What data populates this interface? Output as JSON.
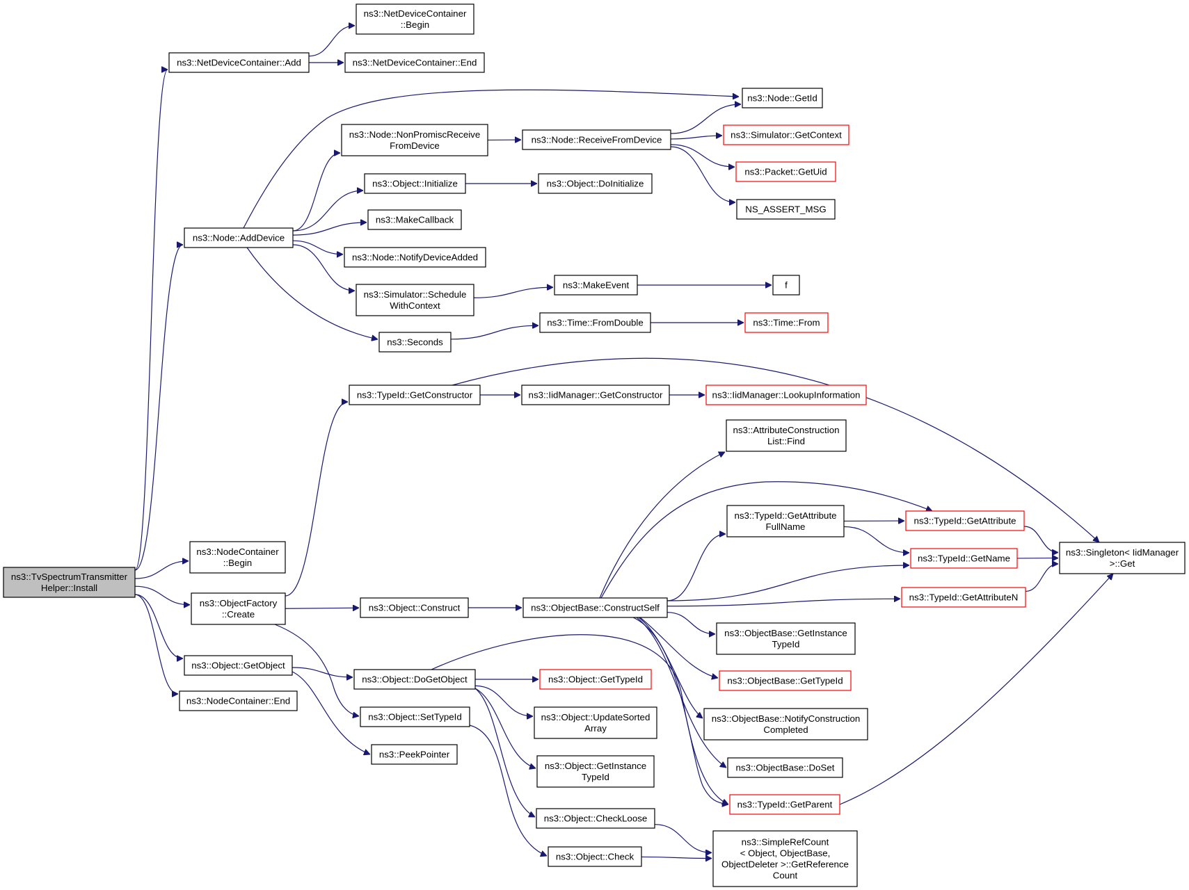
{
  "nodes": [
    {
      "id": "root",
      "lines": [
        "ns3::TvSpectrumTransmitter",
        "Helper::Install"
      ],
      "style": "root"
    },
    {
      "id": "ndc_add",
      "lines": [
        "ns3::NetDeviceContainer::Add"
      ]
    },
    {
      "id": "ndc_begin",
      "lines": [
        "ns3::NetDeviceContainer",
        "::Begin"
      ]
    },
    {
      "id": "ndc_end",
      "lines": [
        "ns3::NetDeviceContainer::End"
      ]
    },
    {
      "id": "node_adddevice",
      "lines": [
        "ns3::Node::AddDevice"
      ]
    },
    {
      "id": "node_getid",
      "lines": [
        "ns3::Node::GetId"
      ]
    },
    {
      "id": "node_nonpromisc",
      "lines": [
        "ns3::Node::NonPromiscReceive",
        "FromDevice"
      ]
    },
    {
      "id": "node_receive",
      "lines": [
        "ns3::Node::ReceiveFromDevice"
      ]
    },
    {
      "id": "sim_getcontext",
      "lines": [
        "ns3::Simulator::GetContext"
      ],
      "style": "linked"
    },
    {
      "id": "packet_getuid",
      "lines": [
        "ns3::Packet::GetUid"
      ],
      "style": "linked"
    },
    {
      "id": "ns_assert",
      "lines": [
        "NS_ASSERT_MSG"
      ]
    },
    {
      "id": "obj_initialize",
      "lines": [
        "ns3::Object::Initialize"
      ]
    },
    {
      "id": "obj_doinitialize",
      "lines": [
        "ns3::Object::DoInitialize"
      ]
    },
    {
      "id": "makecallback",
      "lines": [
        "ns3::MakeCallback"
      ]
    },
    {
      "id": "node_notify",
      "lines": [
        "ns3::Node::NotifyDeviceAdded"
      ]
    },
    {
      "id": "sim_schedule",
      "lines": [
        "ns3::Simulator::Schedule",
        "WithContext"
      ]
    },
    {
      "id": "makeevent",
      "lines": [
        "ns3::MakeEvent"
      ]
    },
    {
      "id": "f",
      "lines": [
        "f"
      ]
    },
    {
      "id": "seconds",
      "lines": [
        "ns3::Seconds"
      ]
    },
    {
      "id": "time_fromdouble",
      "lines": [
        "ns3::Time::FromDouble"
      ]
    },
    {
      "id": "time_from",
      "lines": [
        "ns3::Time::From"
      ],
      "style": "linked"
    },
    {
      "id": "typeid_getctor",
      "lines": [
        "ns3::TypeId::GetConstructor"
      ]
    },
    {
      "id": "iid_getctor",
      "lines": [
        "ns3::IidManager::GetConstructor"
      ]
    },
    {
      "id": "iid_lookup",
      "lines": [
        "ns3::IidManager::LookupInformation"
      ],
      "style": "linked"
    },
    {
      "id": "attr_find",
      "lines": [
        "ns3::AttributeConstruction",
        "List::Find"
      ]
    },
    {
      "id": "typeid_getattrfull",
      "lines": [
        "ns3::TypeId::GetAttribute",
        "FullName"
      ]
    },
    {
      "id": "typeid_getattr",
      "lines": [
        "ns3::TypeId::GetAttribute"
      ],
      "style": "linked"
    },
    {
      "id": "typeid_getname",
      "lines": [
        "ns3::TypeId::GetName"
      ],
      "style": "linked"
    },
    {
      "id": "singleton_get",
      "lines": [
        "ns3::Singleton< IidManager",
        ">::Get"
      ]
    },
    {
      "id": "typeid_getattrn",
      "lines": [
        "ns3::TypeId::GetAttributeN"
      ],
      "style": "linked"
    },
    {
      "id": "nc_begin",
      "lines": [
        "ns3::NodeContainer",
        "::Begin"
      ]
    },
    {
      "id": "of_create",
      "lines": [
        "ns3::ObjectFactory",
        "::Create"
      ]
    },
    {
      "id": "obj_construct",
      "lines": [
        "ns3::Object::Construct"
      ]
    },
    {
      "id": "ob_constructself",
      "lines": [
        "ns3::ObjectBase::ConstructSelf"
      ]
    },
    {
      "id": "ob_getinstancetid",
      "lines": [
        "ns3::ObjectBase::GetInstance",
        "TypeId"
      ]
    },
    {
      "id": "ob_gettypeid",
      "lines": [
        "ns3::ObjectBase::GetTypeId"
      ],
      "style": "linked"
    },
    {
      "id": "ob_notify",
      "lines": [
        "ns3::ObjectBase::NotifyConstruction",
        "Completed"
      ]
    },
    {
      "id": "ob_doset",
      "lines": [
        "ns3::ObjectBase::DoSet"
      ]
    },
    {
      "id": "typeid_getparent",
      "lines": [
        "ns3::TypeId::GetParent"
      ],
      "style": "linked"
    },
    {
      "id": "obj_getobject",
      "lines": [
        "ns3::Object::GetObject"
      ]
    },
    {
      "id": "obj_dogetobject",
      "lines": [
        "ns3::Object::DoGetObject"
      ]
    },
    {
      "id": "obj_gettypeid",
      "lines": [
        "ns3::Object::GetTypeId"
      ],
      "style": "linked"
    },
    {
      "id": "obj_updatesorted",
      "lines": [
        "ns3::Object::UpdateSorted",
        "Array"
      ]
    },
    {
      "id": "obj_getinstancetid",
      "lines": [
        "ns3::Object::GetInstance",
        "TypeId"
      ]
    },
    {
      "id": "obj_checkloose",
      "lines": [
        "ns3::Object::CheckLoose"
      ]
    },
    {
      "id": "obj_check",
      "lines": [
        "ns3::Object::Check"
      ]
    },
    {
      "id": "simplerefcount",
      "lines": [
        "ns3::SimpleRefCount",
        "< Object, ObjectBase,",
        "ObjectDeleter >::GetReference",
        "Count"
      ]
    },
    {
      "id": "nc_end",
      "lines": [
        "ns3::NodeContainer::End"
      ]
    },
    {
      "id": "obj_settypeid",
      "lines": [
        "ns3::Object::SetTypeId"
      ]
    },
    {
      "id": "peekpointer",
      "lines": [
        "ns3::PeekPointer"
      ]
    }
  ],
  "edges": [
    [
      "root",
      "ndc_add"
    ],
    [
      "root",
      "node_adddevice"
    ],
    [
      "root",
      "nc_begin"
    ],
    [
      "root",
      "of_create"
    ],
    [
      "root",
      "obj_getobject"
    ],
    [
      "root",
      "nc_end"
    ],
    [
      "ndc_add",
      "ndc_begin"
    ],
    [
      "ndc_add",
      "ndc_end"
    ],
    [
      "node_adddevice",
      "node_getid"
    ],
    [
      "node_adddevice",
      "node_nonpromisc"
    ],
    [
      "node_adddevice",
      "obj_initialize"
    ],
    [
      "node_adddevice",
      "makecallback"
    ],
    [
      "node_adddevice",
      "node_notify"
    ],
    [
      "node_adddevice",
      "sim_schedule"
    ],
    [
      "node_adddevice",
      "seconds"
    ],
    [
      "node_nonpromisc",
      "node_receive"
    ],
    [
      "node_receive",
      "node_getid"
    ],
    [
      "node_receive",
      "sim_getcontext"
    ],
    [
      "node_receive",
      "packet_getuid"
    ],
    [
      "node_receive",
      "ns_assert"
    ],
    [
      "obj_initialize",
      "obj_doinitialize"
    ],
    [
      "sim_schedule",
      "makeevent"
    ],
    [
      "makeevent",
      "f"
    ],
    [
      "seconds",
      "time_fromdouble"
    ],
    [
      "time_fromdouble",
      "time_from"
    ],
    [
      "of_create",
      "typeid_getctor"
    ],
    [
      "of_create",
      "obj_construct"
    ],
    [
      "of_create",
      "obj_settypeid"
    ],
    [
      "typeid_getctor",
      "iid_getctor"
    ],
    [
      "typeid_getctor",
      "singleton_get"
    ],
    [
      "iid_getctor",
      "iid_lookup"
    ],
    [
      "obj_construct",
      "ob_constructself"
    ],
    [
      "ob_constructself",
      "attr_find"
    ],
    [
      "ob_constructself",
      "typeid_getattr"
    ],
    [
      "ob_constructself",
      "typeid_getattrfull"
    ],
    [
      "ob_constructself",
      "typeid_getname"
    ],
    [
      "ob_constructself",
      "typeid_getattrn"
    ],
    [
      "ob_constructself",
      "ob_getinstancetid"
    ],
    [
      "ob_constructself",
      "ob_gettypeid"
    ],
    [
      "ob_constructself",
      "ob_notify"
    ],
    [
      "ob_constructself",
      "ob_doset"
    ],
    [
      "ob_constructself",
      "typeid_getparent"
    ],
    [
      "typeid_getattrfull",
      "typeid_getattr"
    ],
    [
      "typeid_getattrfull",
      "typeid_getname"
    ],
    [
      "typeid_getattr",
      "singleton_get"
    ],
    [
      "typeid_getname",
      "singleton_get"
    ],
    [
      "typeid_getattrn",
      "singleton_get"
    ],
    [
      "typeid_getparent",
      "singleton_get"
    ],
    [
      "obj_getobject",
      "obj_dogetobject"
    ],
    [
      "obj_getobject",
      "peekpointer"
    ],
    [
      "obj_dogetobject",
      "typeid_getparent"
    ],
    [
      "obj_dogetobject",
      "obj_gettypeid"
    ],
    [
      "obj_dogetobject",
      "obj_updatesorted"
    ],
    [
      "obj_dogetobject",
      "obj_getinstancetid"
    ],
    [
      "obj_dogetobject",
      "obj_checkloose"
    ],
    [
      "obj_settypeid",
      "obj_check"
    ],
    [
      "obj_checkloose",
      "simplerefcount"
    ],
    [
      "obj_check",
      "simplerefcount"
    ]
  ]
}
